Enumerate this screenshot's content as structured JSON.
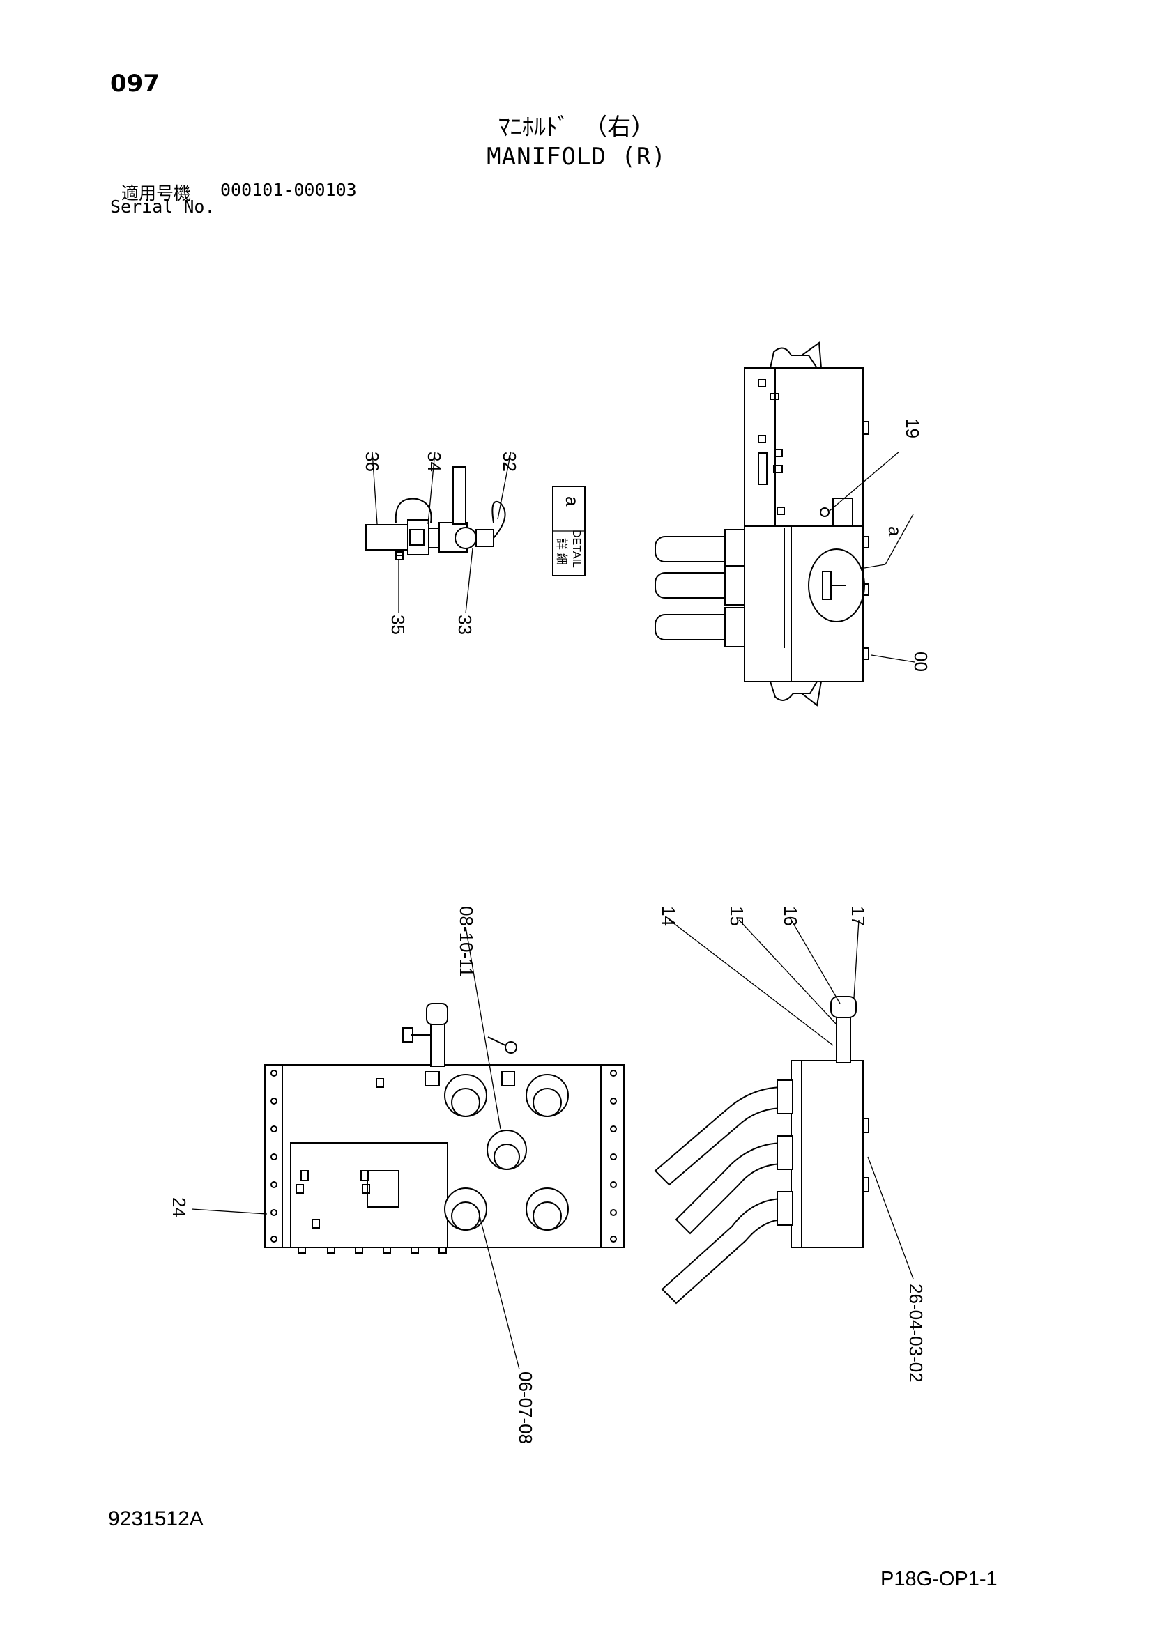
{
  "header": {
    "page_number": "097",
    "title_jp": "ﾏﾆﾎﾙﾄﾞ （右）",
    "title_en": "MANIFOLD (R)",
    "serial_label_jp": "適用号機",
    "serial_range": "000101-000103",
    "serial_label_en": "Serial No."
  },
  "detail": {
    "label_jp": "詳 細",
    "label_en": "DETAIL",
    "letter": "a"
  },
  "callouts": {
    "top_left": [
      "36",
      "34",
      "32",
      "35",
      "33"
    ],
    "top_right": [
      "19",
      "00",
      "a"
    ],
    "bottom_left": [
      "08-10-11",
      "24",
      "06-07-08"
    ],
    "bottom_right": [
      "14",
      "15",
      "16",
      "17",
      "26-04-03-02"
    ]
  },
  "footer": {
    "drawing_number": "9231512A",
    "page_code": "P18G-OP1-1"
  }
}
